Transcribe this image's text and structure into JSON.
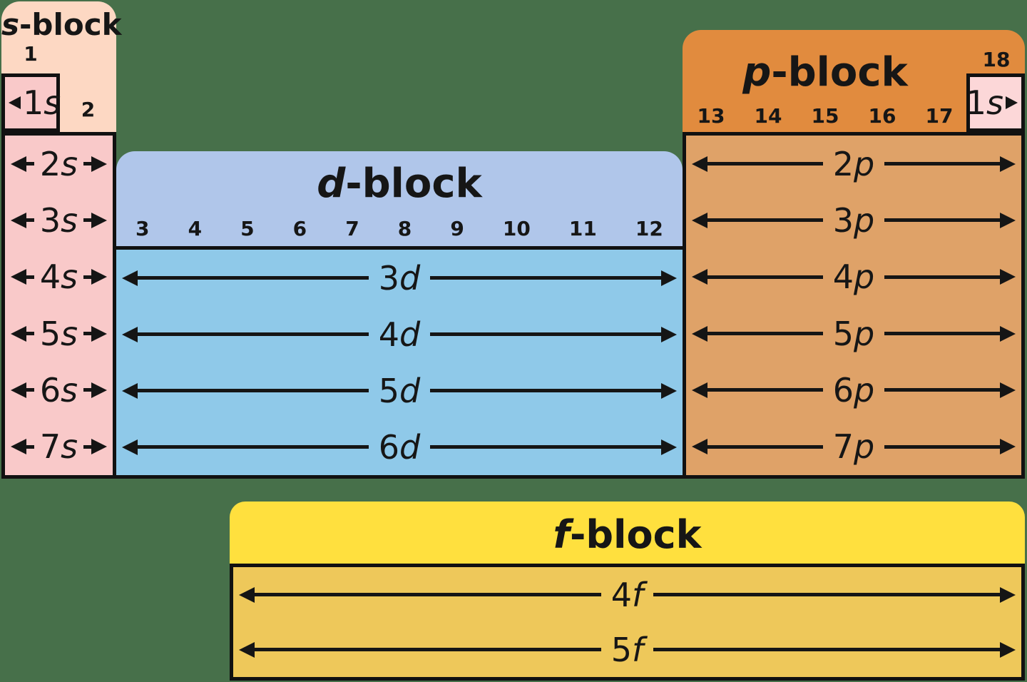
{
  "diagram_title": "Periodic table blocks (s, p, d, f) with orbital rows",
  "colors": {
    "background": "#47704a",
    "s_header": "#fdd8c3",
    "s_body": "#f9c9c9",
    "d_header": "#b0c6ea",
    "d_body": "#8fc9e9",
    "p_header": "#e18b3e",
    "p_body": "#dfa268",
    "f_header": "#ffe03e",
    "f_body": "#eec85a",
    "line_and_text": "#161616"
  },
  "s_block": {
    "title_letter": "s",
    "title_rest": "-block",
    "groups": [
      "1",
      "2"
    ],
    "cell_1s": {
      "num": "1",
      "letter": "s"
    },
    "rows": [
      {
        "num": "2",
        "letter": "s"
      },
      {
        "num": "3",
        "letter": "s"
      },
      {
        "num": "4",
        "letter": "s"
      },
      {
        "num": "5",
        "letter": "s"
      },
      {
        "num": "6",
        "letter": "s"
      },
      {
        "num": "7",
        "letter": "s"
      }
    ]
  },
  "d_block": {
    "title_letter": "d",
    "title_rest": "-block",
    "groups": [
      "3",
      "4",
      "5",
      "6",
      "7",
      "8",
      "9",
      "10",
      "11",
      "12"
    ],
    "rows": [
      {
        "num": "3",
        "letter": "d"
      },
      {
        "num": "4",
        "letter": "d"
      },
      {
        "num": "5",
        "letter": "d"
      },
      {
        "num": "6",
        "letter": "d"
      }
    ]
  },
  "p_block": {
    "title_letter": "p",
    "title_rest": "-block",
    "groups": [
      "13",
      "14",
      "15",
      "16",
      "17"
    ],
    "group_18": "18",
    "cell_1s": {
      "num": "1",
      "letter": "s"
    },
    "rows": [
      {
        "num": "2",
        "letter": "p"
      },
      {
        "num": "3",
        "letter": "p"
      },
      {
        "num": "4",
        "letter": "p"
      },
      {
        "num": "5",
        "letter": "p"
      },
      {
        "num": "6",
        "letter": "p"
      },
      {
        "num": "7",
        "letter": "p"
      }
    ]
  },
  "f_block": {
    "title_letter": "f",
    "title_rest": "-block",
    "rows": [
      {
        "num": "4",
        "letter": "f"
      },
      {
        "num": "5",
        "letter": "f"
      }
    ]
  }
}
